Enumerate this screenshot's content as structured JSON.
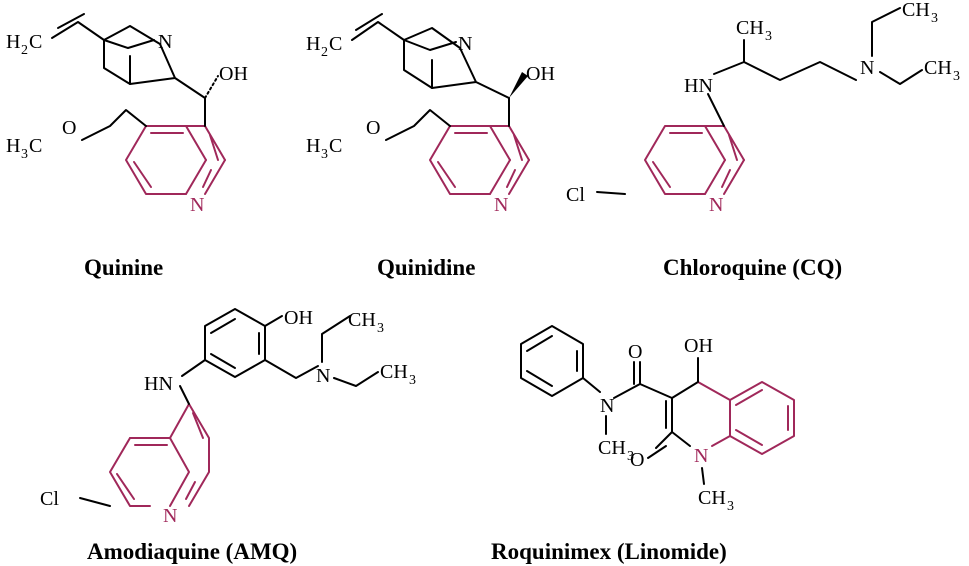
{
  "colors": {
    "bond": "#000000",
    "quinoline_core": "#a0285a"
  },
  "atoms": {
    "N": "N",
    "OH": "OH",
    "HN": "HN",
    "O": "O",
    "Cl": "Cl",
    "H": "H",
    "C": "C",
    "CH": "CH",
    "two": "2",
    "three": "3"
  },
  "compounds": [
    {
      "name": "Quinine"
    },
    {
      "name": "Quinidine"
    },
    {
      "name": "Chloroquine (CQ)"
    },
    {
      "name": "Amodiaquine (AMQ)"
    },
    {
      "name": "Roquinimex (Linomide)"
    }
  ]
}
